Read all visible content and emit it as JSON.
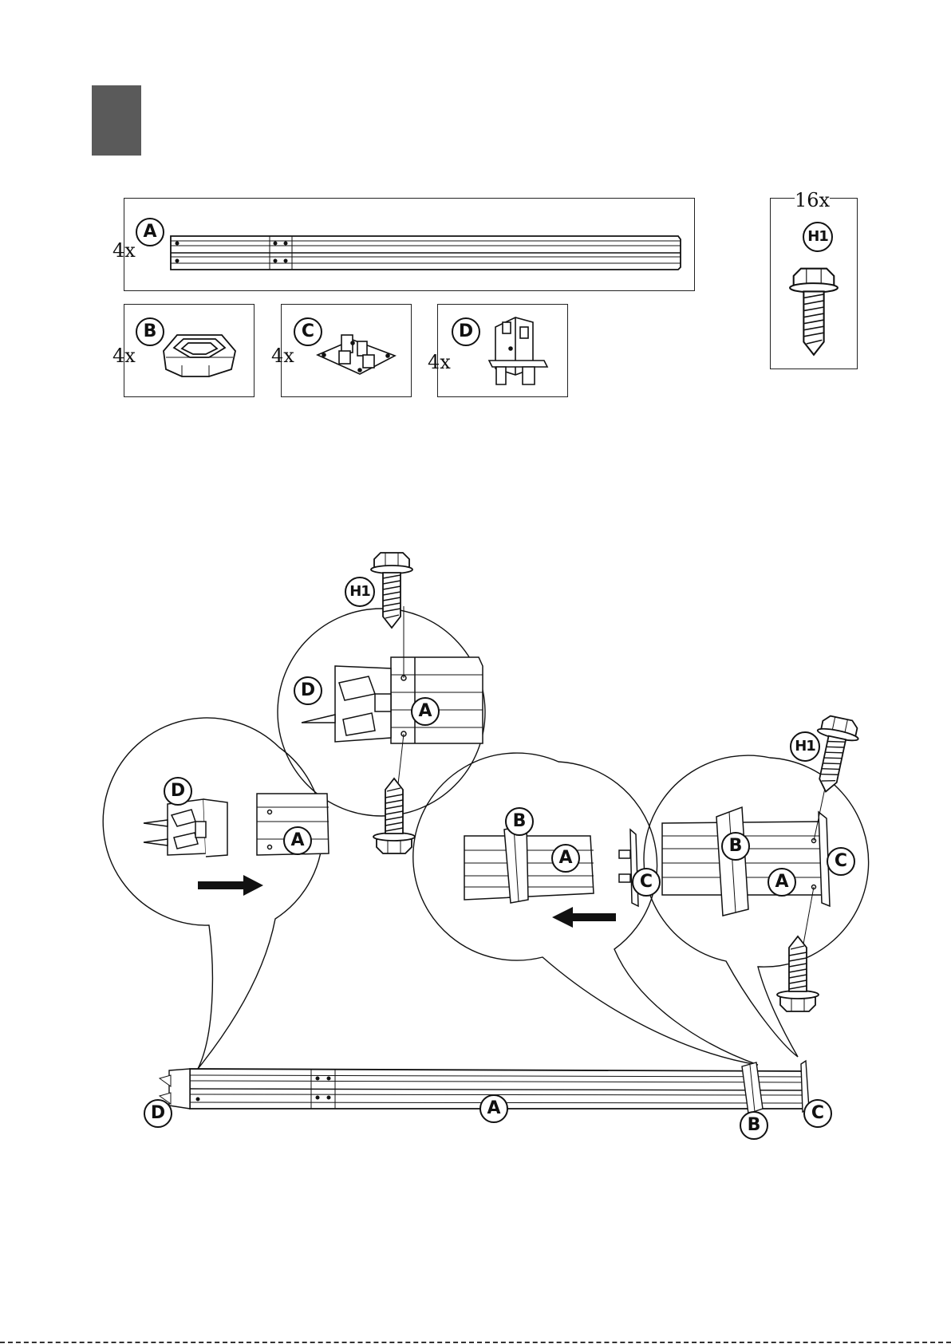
{
  "parts": {
    "A": {
      "label": "A",
      "qty": "4x"
    },
    "B": {
      "label": "B",
      "qty": "4x"
    },
    "C": {
      "label": "C",
      "qty": "4x"
    },
    "D": {
      "label": "D",
      "qty": "4x"
    },
    "H1": {
      "label": "H1",
      "qty": "16x"
    }
  },
  "callouts": {
    "detail_top_h1": "H1",
    "detail_top_d": "D",
    "detail_top_a": "A",
    "detail_left_d": "D",
    "detail_left_a": "A",
    "detail_mid_b": "B",
    "detail_mid_a": "A",
    "detail_mid_c": "C",
    "detail_right_h1": "H1",
    "detail_right_b": "B",
    "detail_right_a": "A",
    "detail_right_c": "C",
    "assembly_d": "D",
    "assembly_a": "A",
    "assembly_b": "B",
    "assembly_c": "C"
  },
  "colors": {
    "step_block": "#5a5a5a",
    "ink": "#111111"
  }
}
